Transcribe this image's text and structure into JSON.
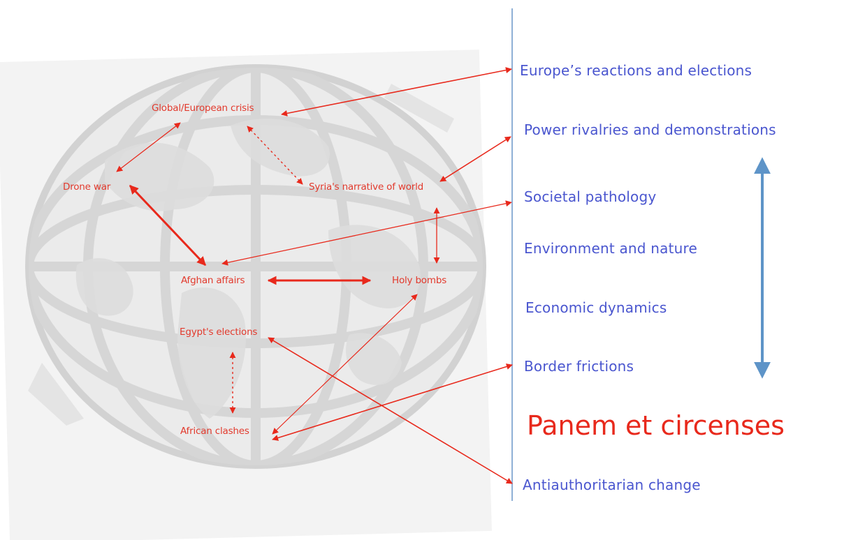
{
  "diagram": {
    "nodes": {
      "global_crisis": "Global/European crisis",
      "drone_war": "Drone war",
      "syria": "Syria's narrative of world",
      "afghan": "Afghan affairs",
      "holy_bombs": "Holy bombs",
      "egypt": "Egypt's elections",
      "african": "African clashes"
    },
    "themes": {
      "europe": "Europe’s reactions and elections",
      "power": "Power rivalries and demonstrations",
      "societal": "Societal pathology",
      "environment": "Environment and nature",
      "economic": "Economic dynamics",
      "border": "Border frictions",
      "antiauthoritarian": "Antiauthoritarian change"
    },
    "headline": "Panem et circenses",
    "colors": {
      "node_text": "#e23a2d",
      "theme_text": "#4a56cf",
      "arrow_red": "#e8291c",
      "divider": "#8fb0d6",
      "scale_arrow": "#5e94c8",
      "globe_gray": "#d9d9d9"
    }
  }
}
